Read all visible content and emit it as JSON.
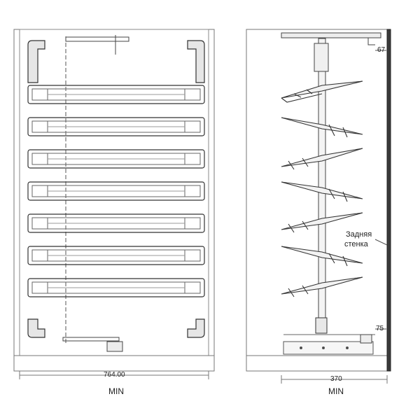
{
  "front_view": {
    "width_value": "764.00",
    "width_caption": "MIN"
  },
  "side_view": {
    "top_offset": "67",
    "bottom_offset": "75",
    "depth_value": "370",
    "depth_caption": "MIN",
    "back_wall_label_line1": "Задняя",
    "back_wall_label_line2": "стенка"
  }
}
